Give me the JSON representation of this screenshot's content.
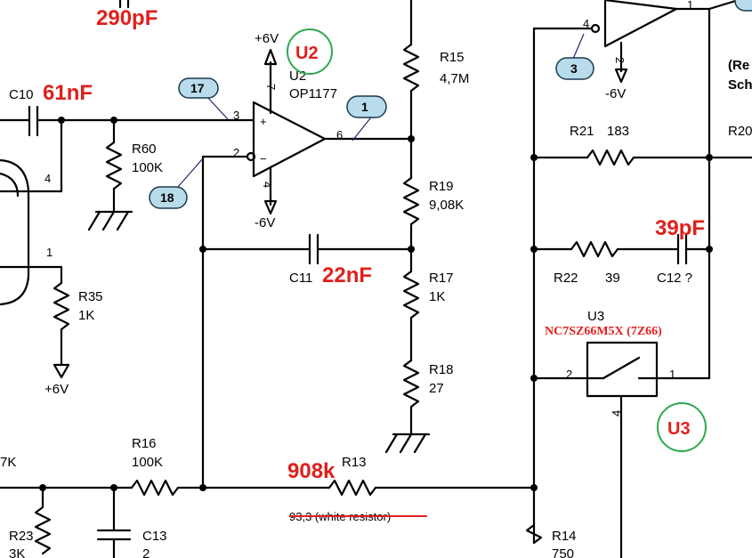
{
  "annotations_red": {
    "top_cap": "290pF",
    "c10_value": "61nF",
    "c11_value": "22nF",
    "c12_value": "39pF",
    "r13_value": "908k",
    "u3_part": "NC7SZ66M5X (7Z66)"
  },
  "circled_labels": {
    "u2": "U2",
    "u3": "U3"
  },
  "net_bubbles": {
    "b17": "17",
    "b1": "1",
    "b18": "18",
    "b3": "3"
  },
  "components": {
    "u2_ref": "U2",
    "u2_part": "OP1177",
    "u3_ref": "U3",
    "c10": "C10",
    "c11": "C11",
    "c12": "C12 ?",
    "c13": "C13",
    "c13_val": "2",
    "r15": "R15",
    "r15_val": "4,7M",
    "r19": "R19",
    "r19_val": "9,08K",
    "r17": "R17",
    "r17_val": "1K",
    "r18": "R18",
    "r18_val": "27",
    "r60": "R60",
    "r60_val": "100K",
    "r35": "R35",
    "r35_val": "1K",
    "r16": "R16",
    "r16_val": "100K",
    "r13": "R13",
    "r13_strike": "93,3 (white resistor)",
    "r21": "R21",
    "r21_val": "183",
    "r22": "R22",
    "r22_val": "39",
    "r20": "R20",
    "r14": "R14",
    "r14_val": "750",
    "r23": "R23",
    "r23_val": "3K",
    "left_k": "7K"
  },
  "pins": {
    "u2_p3": "3",
    "u2_p2": "2",
    "u2_p6": "6",
    "u2_p7": "7",
    "u2_p4": "4",
    "u3_p2": "2",
    "u3_p1": "1",
    "u3_p4": "4",
    "op_top_p4": "4",
    "op_top_p1": "1",
    "op_top_p2": "2",
    "left_p4": "4",
    "left_p1": "1"
  },
  "supplies": {
    "pos6_u2": "+6V",
    "neg6_u2": "-6V",
    "neg6_top": "-6V",
    "pos6_r35": "+6V"
  },
  "clipped_text": {
    "line1": "(Re",
    "line2": "Sch"
  }
}
